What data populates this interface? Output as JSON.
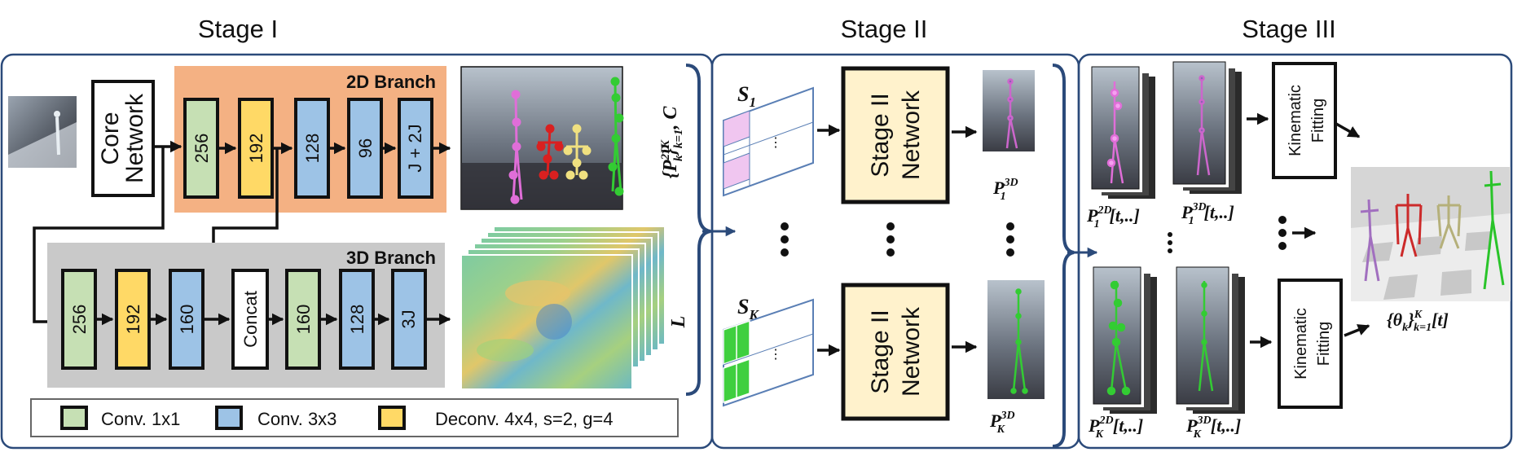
{
  "stages": {
    "stage1": "Stage I",
    "stage2": "Stage II",
    "stage3": "Stage III"
  },
  "stage1": {
    "core_network": [
      "Core",
      "Network"
    ],
    "branch_2d": {
      "title": "2D Branch",
      "blocks": [
        {
          "label": "256",
          "type": "conv1x1"
        },
        {
          "label": "192",
          "type": "deconv"
        },
        {
          "label": "128",
          "type": "conv3x3"
        },
        {
          "label": "96",
          "type": "conv3x3"
        },
        {
          "label": "J + 2J",
          "type": "conv3x3"
        }
      ]
    },
    "branch_3d": {
      "title": "3D Branch",
      "blocks": [
        {
          "label": "256",
          "type": "conv1x1"
        },
        {
          "label": "192",
          "type": "deconv"
        },
        {
          "label": "160",
          "type": "conv3x3"
        },
        {
          "label": "Concat",
          "type": "concat"
        },
        {
          "label": "160",
          "type": "conv1x1"
        },
        {
          "label": "128",
          "type": "conv3x3"
        },
        {
          "label": "3J",
          "type": "conv3x3"
        }
      ]
    },
    "output_2d_label": {
      "main": "{P",
      "sup": "2D",
      "sub_k": "k",
      "close": "}",
      "sup_K": "K",
      "sub_k1": "k=1",
      "tail": ", C"
    },
    "output_3d_label": "L"
  },
  "legend": [
    {
      "label": "Conv. 1x1",
      "color": "#c6e0b4"
    },
    {
      "label": "Conv. 3x3",
      "color": "#9dc3e6"
    },
    {
      "label": "Deconv. 4x4, s=2, g=4",
      "color": "#ffd966"
    }
  ],
  "stage2": {
    "inputs": [
      {
        "main": "S",
        "sub": "1"
      },
      {
        "main": "S",
        "sub": "K"
      }
    ],
    "network": [
      "Stage II",
      "Network"
    ],
    "outputs": [
      {
        "main": "P",
        "sub": "1",
        "sup": "3D"
      },
      {
        "main": "P",
        "sub": "K",
        "sup": "3D"
      }
    ]
  },
  "stage3": {
    "labels_2d": [
      {
        "main": "P",
        "sub": "1",
        "sup": "2D",
        "tail": "[t,..]"
      },
      {
        "main": "P",
        "sub": "K",
        "sup": "2D",
        "tail": "[t,..]"
      }
    ],
    "labels_3d": [
      {
        "main": "P",
        "sub": "1",
        "sup": "3D",
        "tail": "[t,..]"
      },
      {
        "main": "P",
        "sub": "K",
        "sup": "3D",
        "tail": "[t,..]"
      }
    ],
    "kinematic": [
      "Kinematic",
      "Fitting"
    ],
    "result": {
      "main": "{θ",
      "sub_k": "k",
      "close": "}",
      "sup_K": "K",
      "sub_k1": "k=1",
      "tail": "[t]"
    }
  },
  "colors": {
    "border": "#2b4a7a",
    "branch_2d_bg": "#f4b183",
    "branch_3d_bg": "#c9c9c9",
    "conv1x1": "#c6e0b4",
    "conv3x3": "#9dc3e6",
    "deconv": "#ffd966",
    "network_fill": "#fff2cc",
    "skeleton_pink": "#e06ed8",
    "skeleton_red": "#d92020",
    "skeleton_yellow": "#f0e080",
    "skeleton_green": "#33cc33"
  }
}
